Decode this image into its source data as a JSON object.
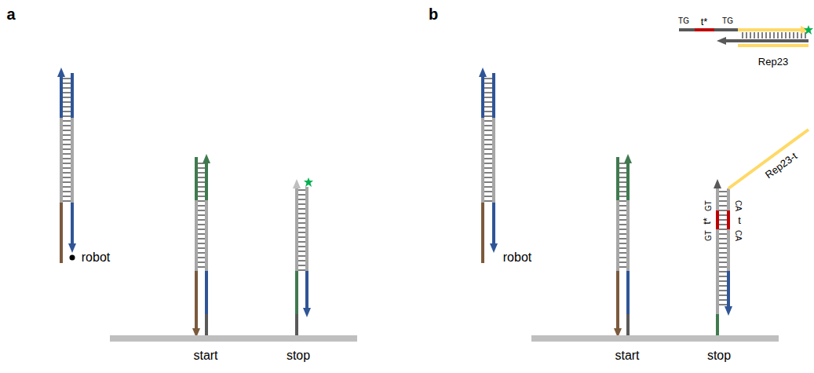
{
  "diagram": {
    "labels": [
      "a",
      "robot",
      "start",
      "stop",
      "b",
      "TG",
      "t*",
      "TG",
      "Rep23",
      "robot",
      "Rep23-t",
      "GT",
      "t*",
      "GT",
      "CA",
      "t",
      "CA",
      "start",
      "stop"
    ]
  }
}
